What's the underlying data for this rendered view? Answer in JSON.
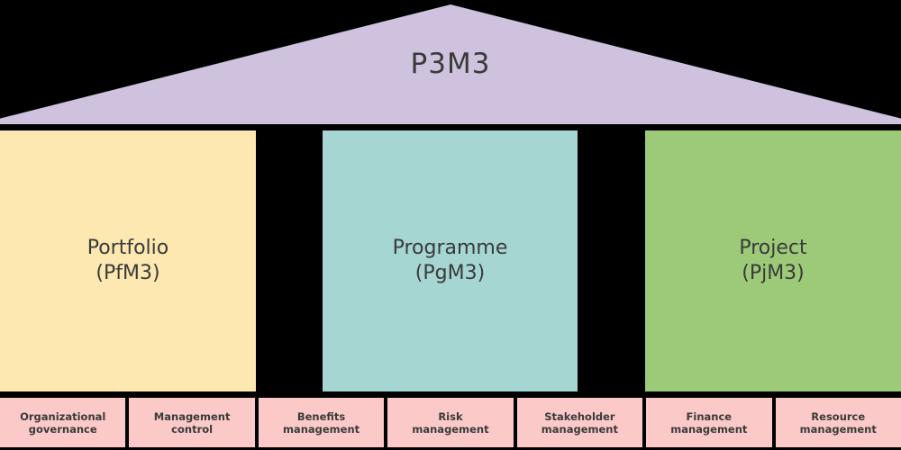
{
  "title": "P3M3",
  "pillars": [
    {
      "name": "Portfolio",
      "abbr": "(PfM3)",
      "color": "#fee8b1"
    },
    {
      "name": "Programme",
      "abbr": "(PgM3)",
      "color": "#a5d6d2"
    },
    {
      "name": "Project",
      "abbr": "(PjM3)",
      "color": "#9dca78"
    }
  ],
  "foundation": {
    "color": "#fbcac8",
    "items": [
      {
        "line1": "Organizational",
        "line2": "governance"
      },
      {
        "line1": "Management",
        "line2": "control"
      },
      {
        "line1": "Benefits",
        "line2": "management"
      },
      {
        "line1": "Risk",
        "line2": "management"
      },
      {
        "line1": "Stakeholder",
        "line2": "management"
      },
      {
        "line1": "Finance",
        "line2": "management"
      },
      {
        "line1": "Resource",
        "line2": "management"
      }
    ]
  },
  "colors": {
    "background": "#000000",
    "roof": "#cfc2de",
    "text": "#3a3a3a"
  }
}
